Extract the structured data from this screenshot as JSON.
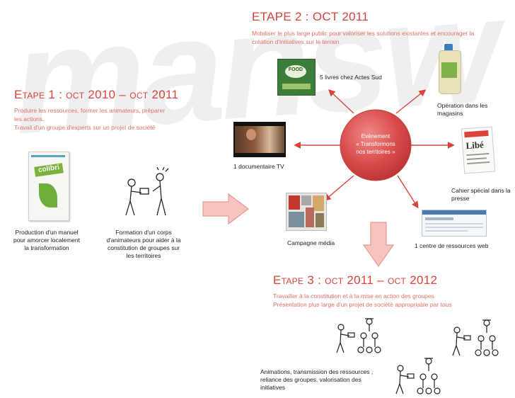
{
  "background_word": "mansw",
  "stage1": {
    "title": "Etape 1 : oct 2010 – oct 2011",
    "line1": "Produire les ressources, former les animateurs, préparer",
    "line2": "les actions.",
    "line3": "Travail d'un groupe d'experts sur un projet de société",
    "manual_caption": "Production d'un manuel pour amorcer localement la transformation",
    "training_caption": "Formation d'un corps d'animateurs pour aider à la constitution de groupes sur les territoires",
    "book_title": "colibri"
  },
  "stage2": {
    "title": "ETAPE 2 : OCT 2011",
    "line1": "Mobiliser le plus large public pour valoriser les solutions existantes et encourager la",
    "line2": "création d'initiatives sur le terrain",
    "center_line1": "Evénement",
    "center_line2": "« Transformons",
    "center_line3": "nos territoires »",
    "books_caption": "5 livres chez Actes Sud",
    "books_cover_text": "FOOD",
    "stores_caption": "Opération dans les magasins",
    "tv_caption": "1 documentaire TV",
    "press_caption": "Cahier spécial dans la presse",
    "press_cover_text": "Libé",
    "media_caption": "Campagne média",
    "web_caption": "1 centre de ressources web"
  },
  "stage3": {
    "title": "Etape 3 : oct 2011 – oct 2012",
    "line1": "Travailler à la constitution et à la mise en action des groupes",
    "line2": "Présentation plus large d'un projet de société appropriable par tous",
    "caption": "Animations, transmission des ressources , reliance des groupes, valorisation des initiatives"
  },
  "colors": {
    "accent": "#d9433a",
    "subtitle": "#e27068",
    "arrow_fill": "#f6c3bf",
    "arrow_stroke": "#e69a94",
    "center_bubble": "#d84a4a",
    "watermark": "#ececec"
  }
}
